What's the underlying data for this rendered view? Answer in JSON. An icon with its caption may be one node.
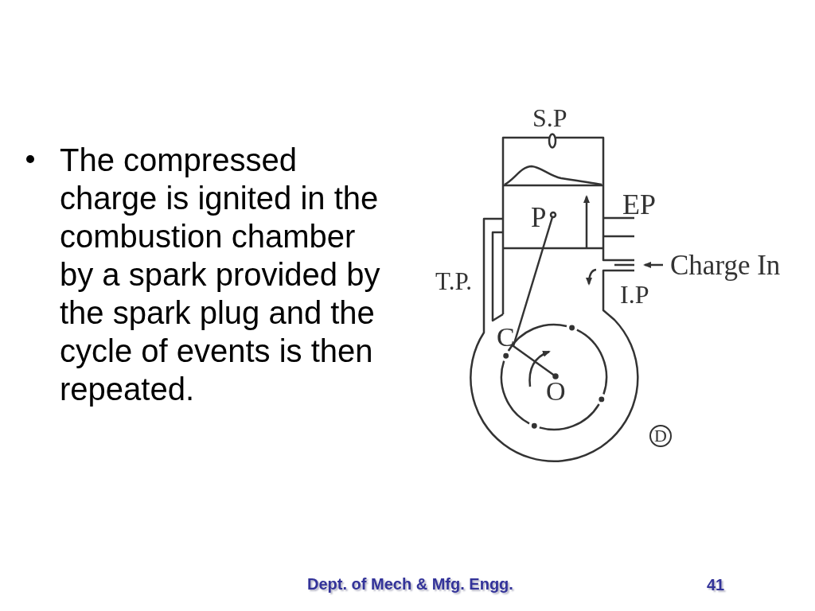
{
  "diagram": {
    "labels": [
      "The compressed charge is ignited in the combustion chamber by a spark provided by the spark plug and the cycle of events is then repeated.",
      "S.P",
      "EP",
      "P",
      "Charge In",
      "T.P.",
      "I.P",
      "C",
      "O",
      "D",
      "Dept. of Mech & Mfg. Engg.",
      "41"
    ]
  }
}
